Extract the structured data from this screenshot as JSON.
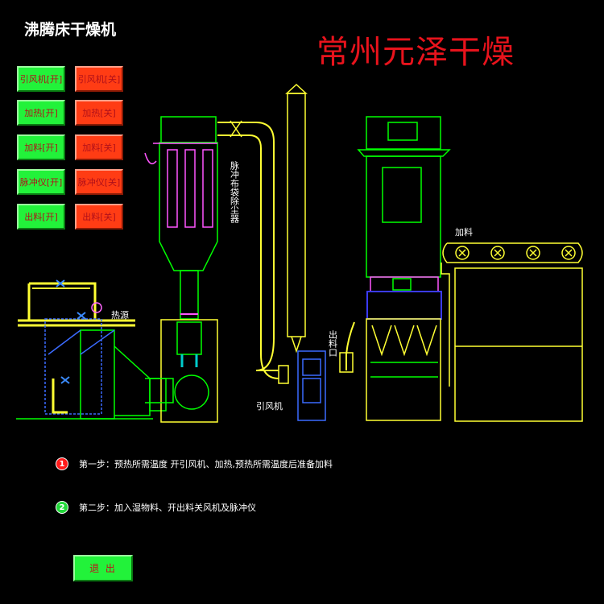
{
  "header": {
    "title": "沸腾床干燥机",
    "brand": "常州元泽干燥"
  },
  "controls": {
    "fan_on": "引风机[开]",
    "fan_off": "引风机[关]",
    "heat_on": "加热[开]",
    "heat_off": "加热[关]",
    "feed_on": "加料[开]",
    "feed_off": "加料[关]",
    "pulse_on": "脉冲仪[开]",
    "pulse_off": "脉冲仪[关]",
    "discharge_on": "出料[开]",
    "discharge_off": "出料[关]"
  },
  "diagram": {
    "heat_source": "热源",
    "bag_filter": "脉冲布袋除尘器",
    "fan": "引风机",
    "outlet": "出料口",
    "feed": "加料"
  },
  "steps": [
    {
      "num": "1",
      "text": "第一步：预热所需温度   开引风机、加热,预热所需温度后准备加料"
    },
    {
      "num": "2",
      "text": "第二步：加入湿物料、开出料关风机及脉冲仪"
    }
  ],
  "footer": {
    "exit_label": "退 出"
  },
  "colors": {
    "green": "#22f23a",
    "red": "#ff3c14",
    "brand": "#e8131c",
    "pipe": "#ffff33",
    "frame": "#00ff00"
  }
}
